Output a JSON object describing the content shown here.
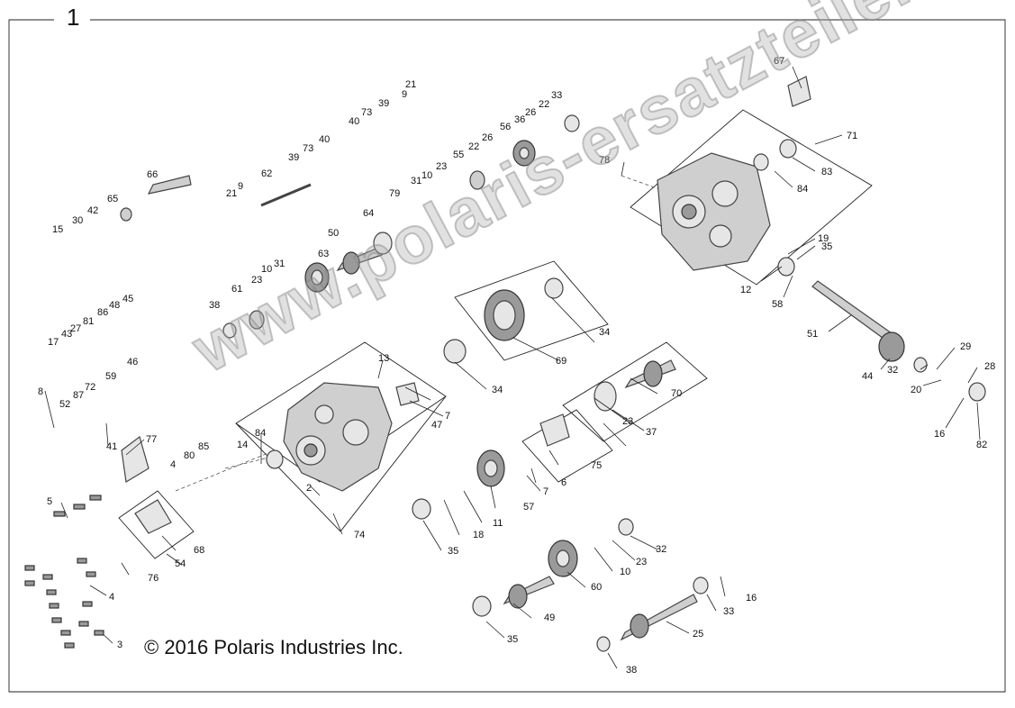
{
  "figure": {
    "number": "1",
    "copyright": "© 2016 Polaris Industries Inc.",
    "watermark": "www.polaris-ersatzteile.de"
  },
  "callouts": [
    "1",
    "2",
    "3",
    "4",
    "4",
    "4",
    "5",
    "6",
    "7",
    "7",
    "8",
    "9",
    "9",
    "10",
    "10",
    "10",
    "11",
    "12",
    "13",
    "14",
    "15",
    "16",
    "16",
    "17",
    "18",
    "19",
    "20",
    "21",
    "21",
    "22",
    "22",
    "23",
    "23",
    "23",
    "23",
    "23",
    "25",
    "26",
    "26",
    "27",
    "28",
    "29",
    "30",
    "31",
    "31",
    "32",
    "32",
    "33",
    "33",
    "34",
    "34",
    "35",
    "35",
    "35",
    "35",
    "36",
    "37",
    "38",
    "38",
    "39",
    "39",
    "40",
    "40",
    "41",
    "42",
    "43",
    "44",
    "45",
    "46",
    "47",
    "48",
    "49",
    "50",
    "51",
    "52",
    "54",
    "55",
    "56",
    "57",
    "58",
    "59",
    "60",
    "61",
    "62",
    "63",
    "64",
    "65",
    "66",
    "67",
    "68",
    "69",
    "70",
    "71",
    "72",
    "73",
    "73",
    "74",
    "75",
    "76",
    "77",
    "78",
    "79",
    "80",
    "81",
    "82",
    "83",
    "84",
    "84",
    "85",
    "86",
    "87"
  ]
}
